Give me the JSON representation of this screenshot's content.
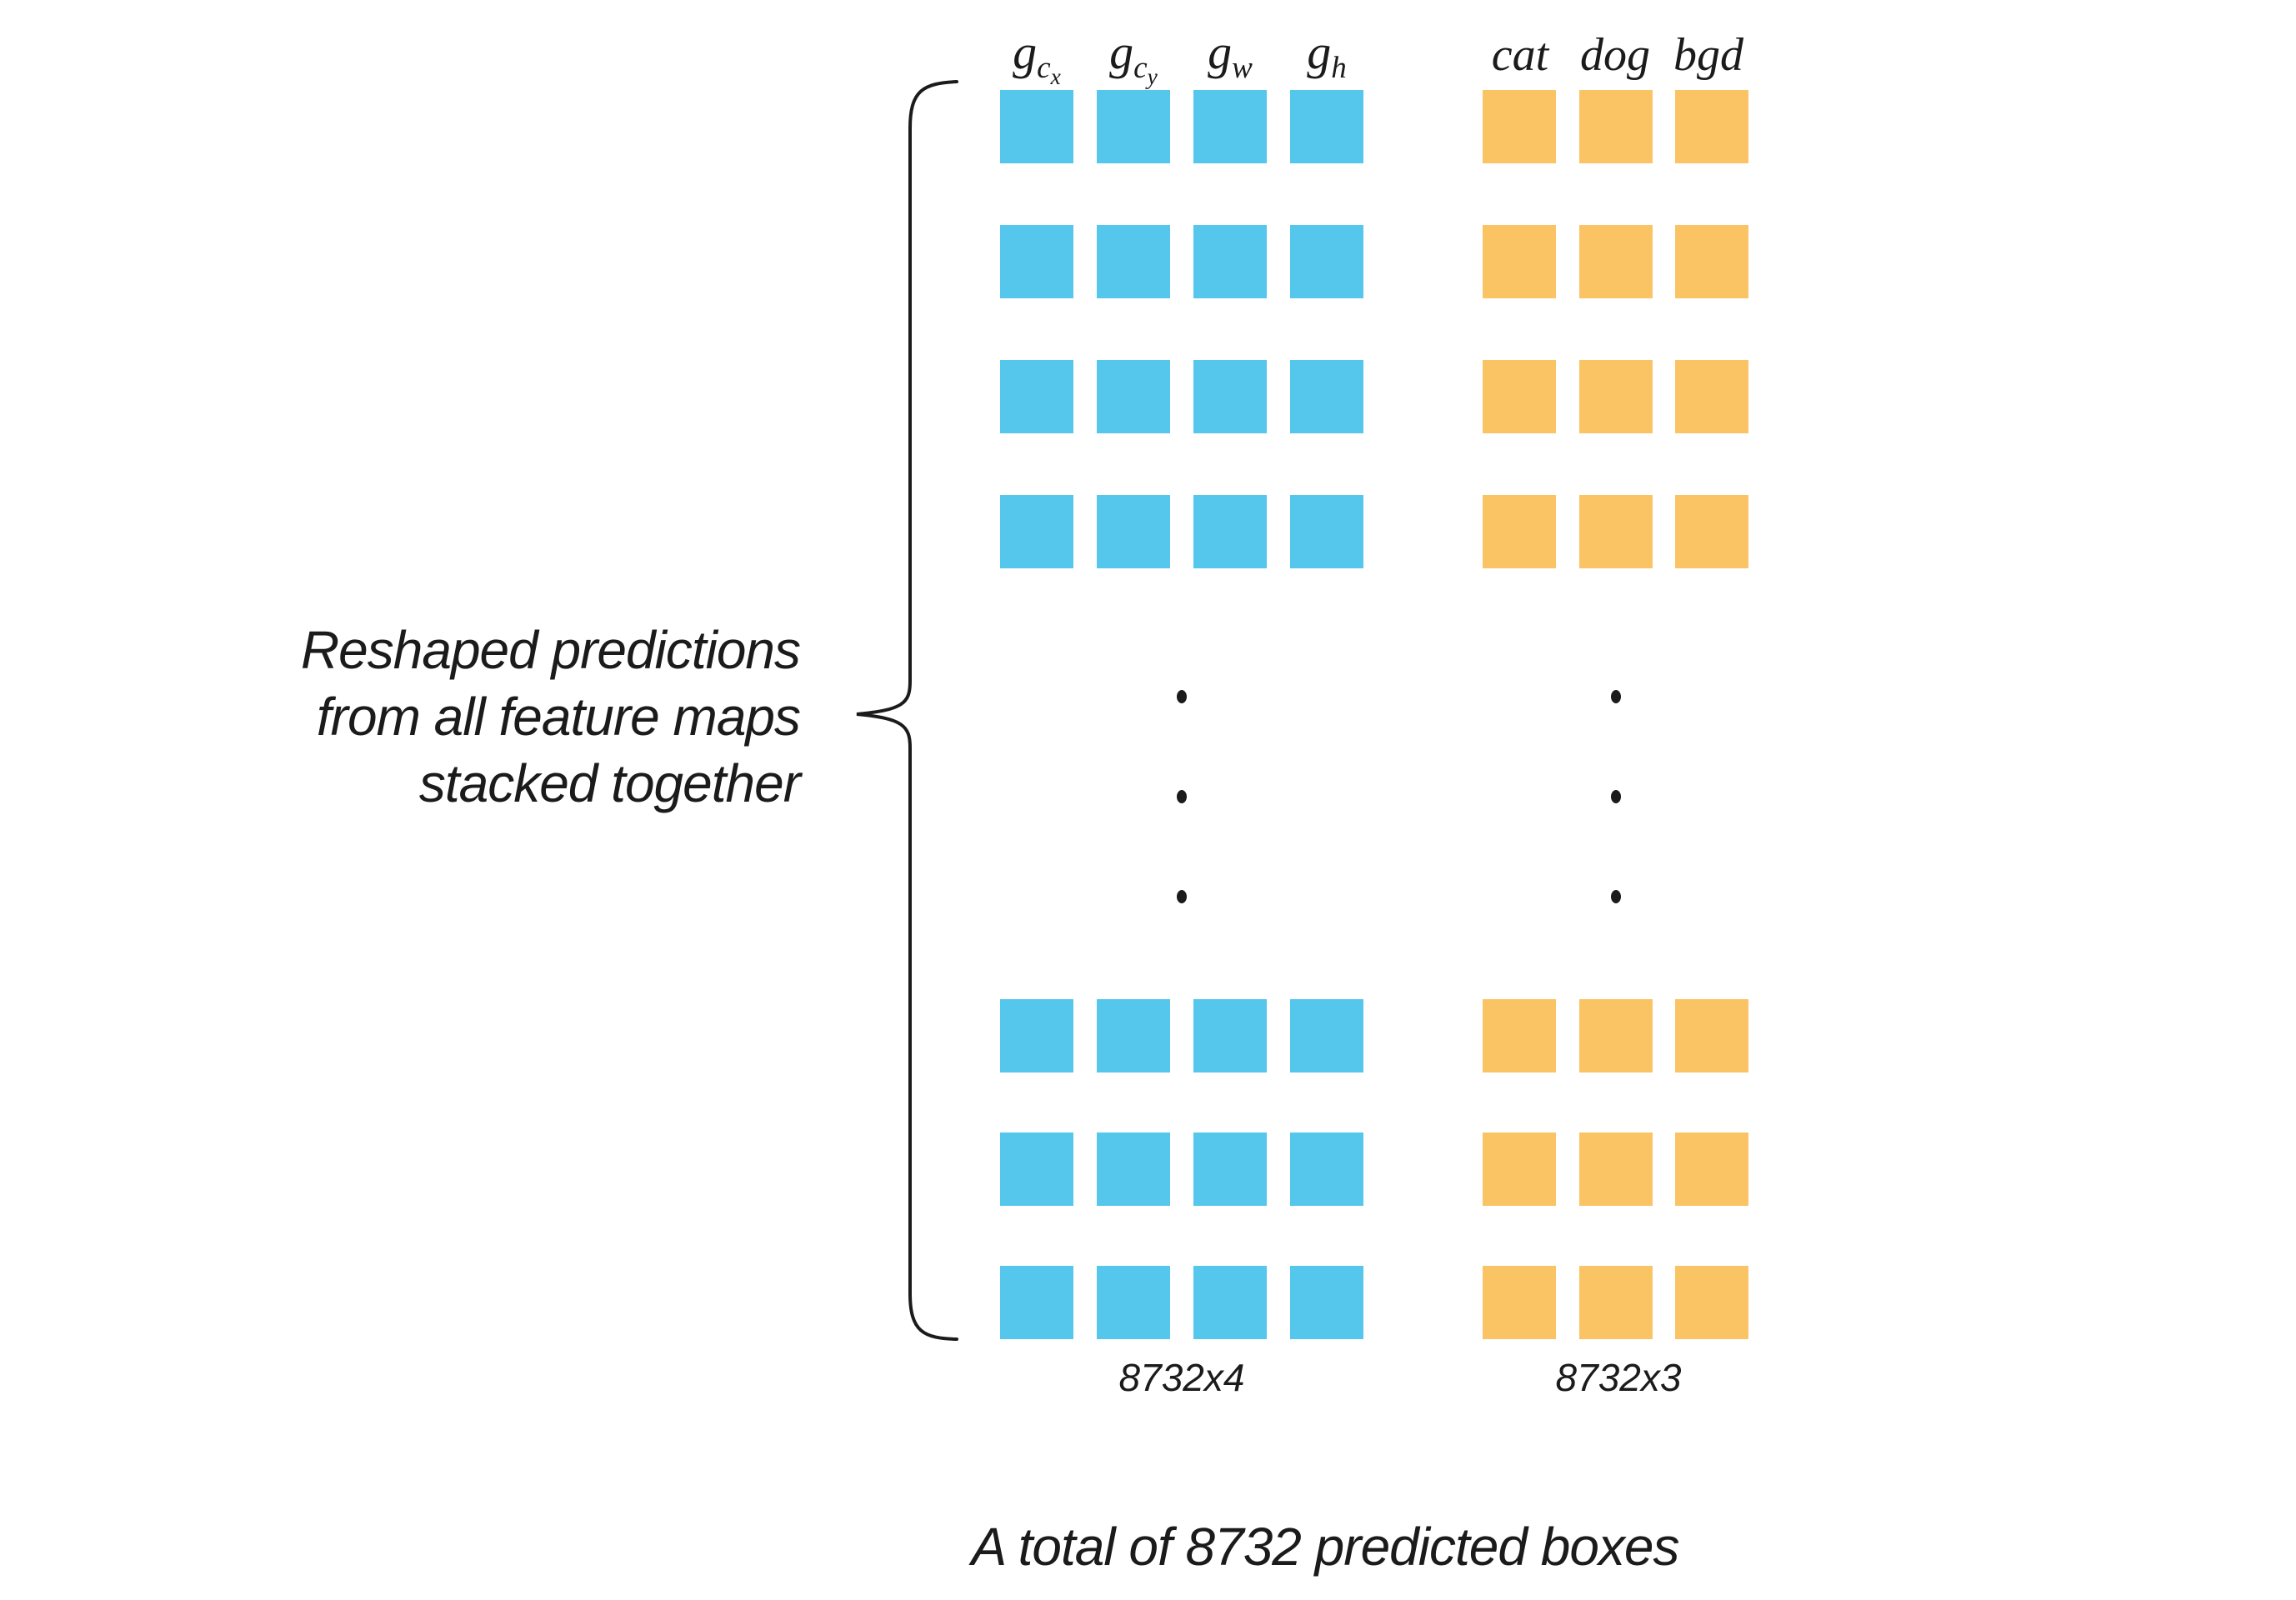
{
  "left_annotation": {
    "lines": [
      "Reshaped predictions",
      "from all feature maps",
      "stacked together"
    ]
  },
  "loc_header": [
    {
      "base": "g",
      "sub": "c",
      "subsub": "x"
    },
    {
      "base": "g",
      "sub": "c",
      "subsub": "y"
    },
    {
      "base": "g",
      "sub": "w",
      "subsub": ""
    },
    {
      "base": "g",
      "sub": "h",
      "subsub": ""
    }
  ],
  "class_header": [
    "cat",
    "dog",
    "bgd"
  ],
  "grid": {
    "loc_columns": 4,
    "class_columns": 3,
    "top_rows": 4,
    "bottom_rows": 3,
    "ellipsis_dots_per_column": 3
  },
  "captions": {
    "loc_shape": "8732x4",
    "class_shape": "8732x3",
    "footer": "A total of 8732 predicted boxes"
  },
  "colors": {
    "loc_square": "#55C7ED",
    "class_square": "#FAC465",
    "ink": "#1B1B1B"
  }
}
